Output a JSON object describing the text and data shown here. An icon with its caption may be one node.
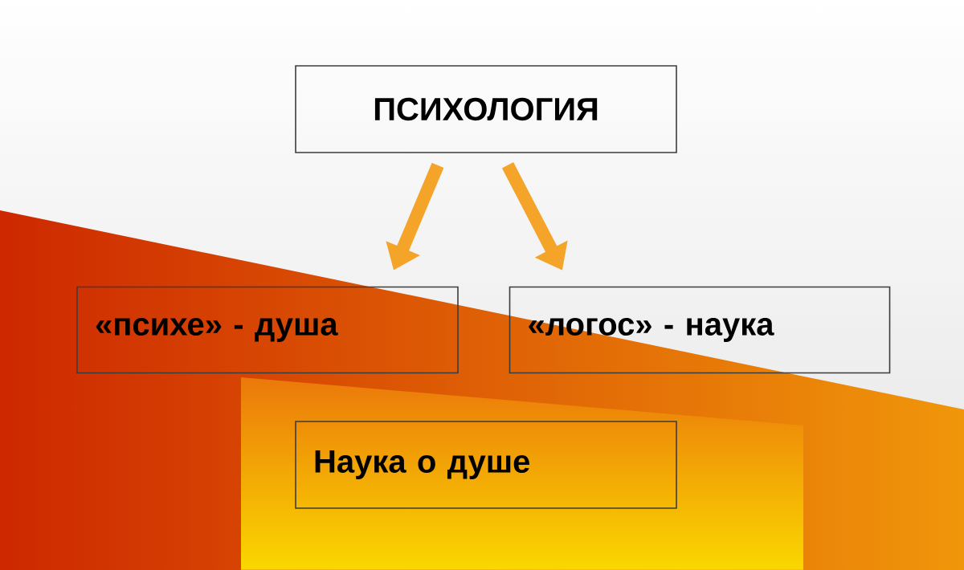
{
  "diagram": {
    "nodes": [
      {
        "text": [
          "ПСИХОЛОГИЯ"
        ]
      },
      {
        "text": [
          "«психе» - душа"
        ]
      },
      {
        "text": [
          "«логос» - наука"
        ]
      },
      {
        "text": [
          "Наука о душе"
        ]
      }
    ],
    "edges": [
      {
        "from": 0,
        "to": 1,
        "arrow": "to"
      },
      {
        "from": 0,
        "to": 2,
        "arrow": "to"
      }
    ]
  }
}
